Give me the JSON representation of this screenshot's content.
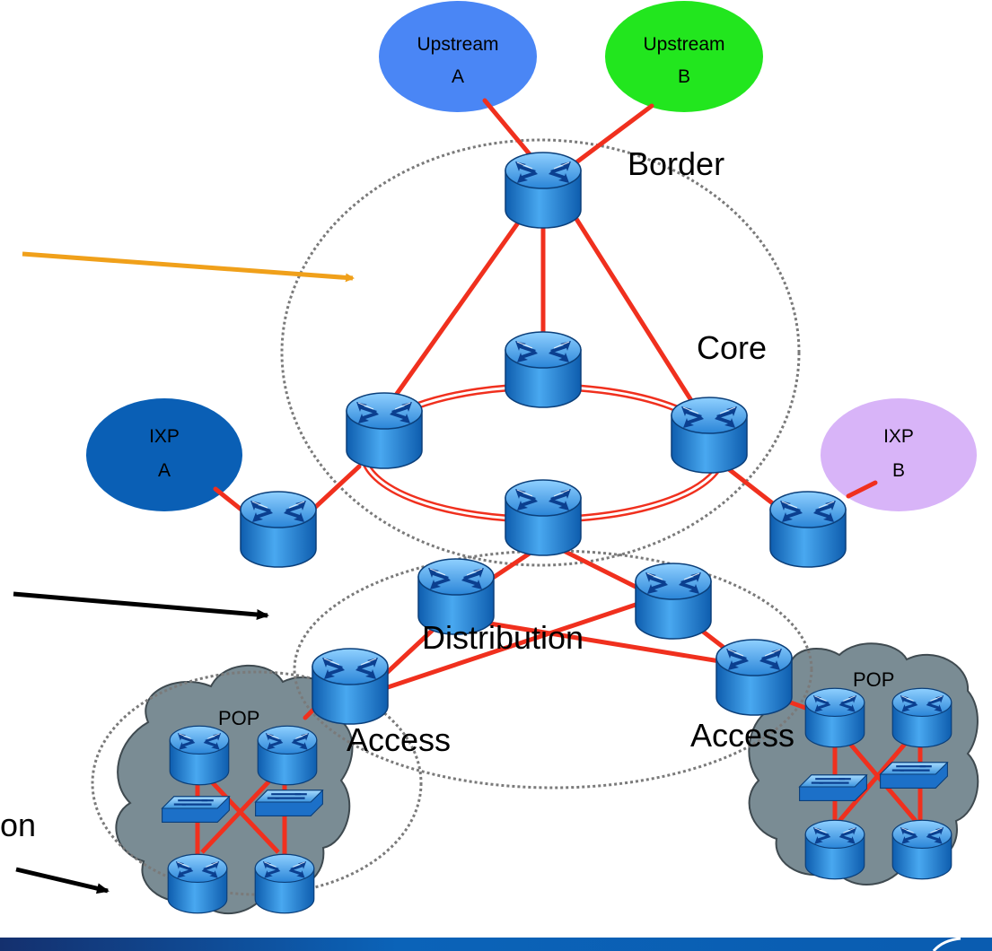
{
  "labels": {
    "border": "Border",
    "core": "Core",
    "distribution": "Distribution",
    "access_left": "Access",
    "access_right": "Access",
    "pop_left": "POP",
    "pop_right": "POP",
    "partial_text": "on"
  },
  "clouds": {
    "upstream_a": {
      "line1": "Upstream",
      "line2": "A",
      "color": "#4A86F5"
    },
    "upstream_b": {
      "line1": "Upstream",
      "line2": "B",
      "color": "#22E61E"
    },
    "ixp_a": {
      "line1": "IXP",
      "line2": "A",
      "color": "#0A5FB5"
    },
    "ixp_b": {
      "line1": "IXP",
      "line2": "B",
      "color": "#D8B4F8"
    }
  },
  "colors": {
    "link": "#F0301E",
    "arrow_orange": "#F0A01A",
    "arrow_black": "#000000",
    "pop_cloud": "#7A8C94",
    "router": "#2E8FE0",
    "footer_band": "#0A5CB0"
  },
  "icons": {
    "router": "router-icon",
    "switch": "switch-icon",
    "arrow": "arrow-icon"
  }
}
